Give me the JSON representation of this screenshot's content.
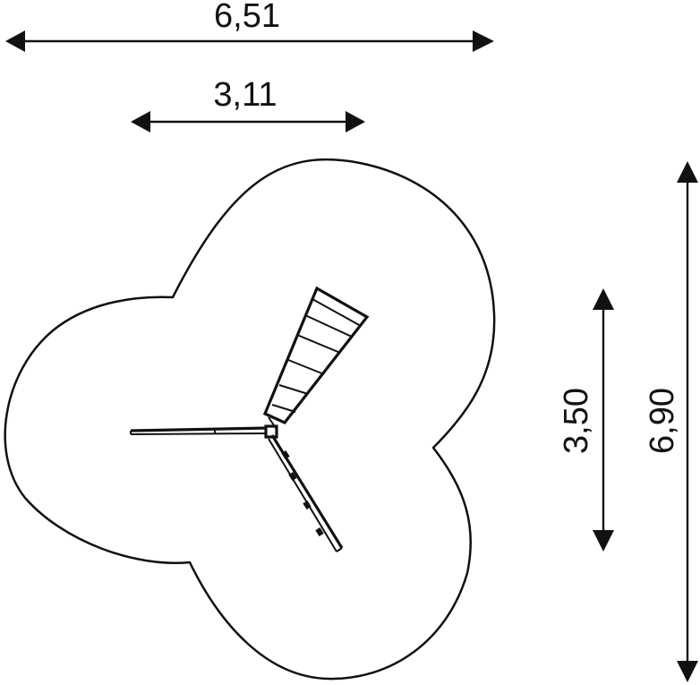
{
  "dimensions": {
    "overall_width": "6,51",
    "inner_width": "3,11",
    "inner_height": "3,50",
    "overall_height": "6,90"
  },
  "colors": {
    "line": "#111111",
    "background": "#ffffff"
  }
}
